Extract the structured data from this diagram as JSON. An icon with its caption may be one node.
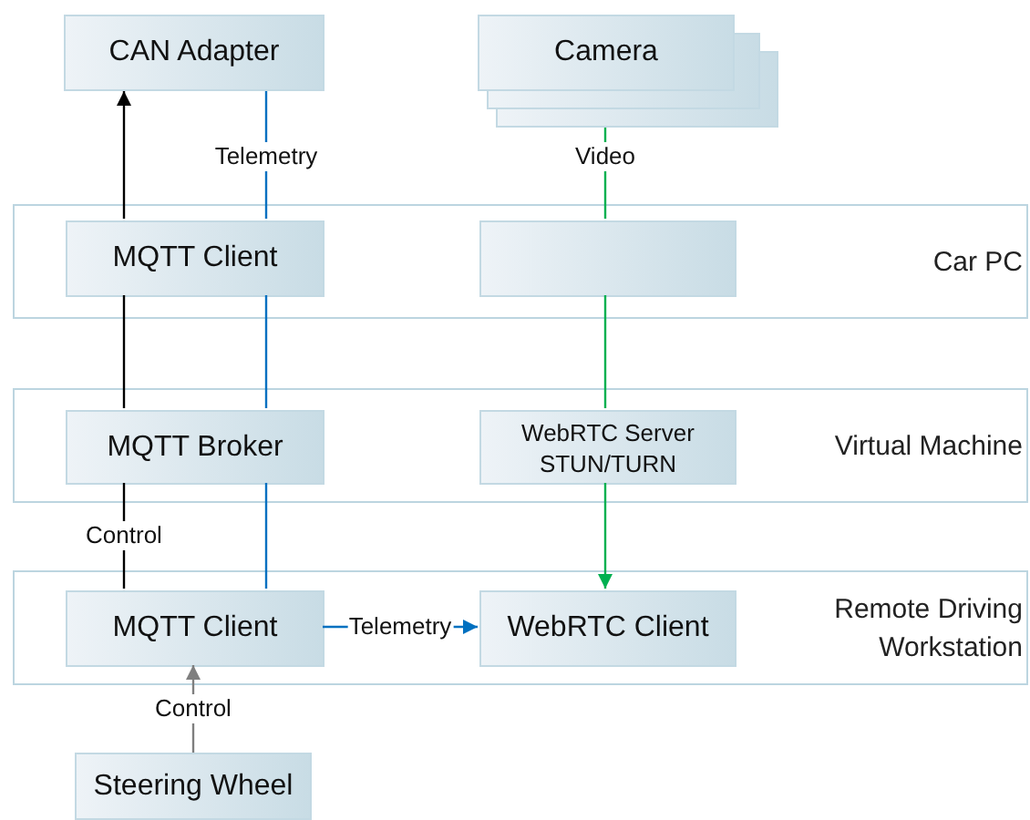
{
  "diagram": {
    "nodes": [
      {
        "text": [
          "CAN Adapter"
        ]
      },
      {
        "text": [
          "Camera"
        ]
      },
      {
        "text": [
          "Car PC"
        ]
      },
      {
        "text": [
          "MQTT Client"
        ],
        "in": 2
      },
      {
        "text": [],
        "shape": "box",
        "in": 2
      },
      {
        "text": [
          "Virtual Machine"
        ]
      },
      {
        "text": [
          "MQTT Broker"
        ],
        "in": 5
      },
      {
        "text": [
          "WebRTC Server STUN/TURN"
        ],
        "in": 5
      },
      {
        "text": [
          "Remote Driving Workstation"
        ]
      },
      {
        "text": [
          "MQTT Client"
        ],
        "in": 8
      },
      {
        "text": [
          "WebRTC Client"
        ],
        "in": 8
      },
      {
        "text": [
          "Steering Wheel"
        ]
      }
    ],
    "edges": [
      {
        "from": 3,
        "to": 0,
        "arrow": "to",
        "color": "#000000"
      },
      {
        "from": 6,
        "to": 3,
        "arrow": "none",
        "color": "#000000"
      },
      {
        "from": 9,
        "to": 6,
        "arrow": "none",
        "label": "Control",
        "color": "#000000"
      },
      {
        "from": 11,
        "to": 9,
        "arrow": "to",
        "label": "Control",
        "color": "#7f7f7f"
      },
      {
        "from": 0,
        "to": 3,
        "arrow": "none",
        "label": "Telemetry",
        "color": "#0070c0"
      },
      {
        "from": 3,
        "to": 6,
        "arrow": "none",
        "color": "#0070c0"
      },
      {
        "from": 6,
        "to": 9,
        "arrow": "none",
        "color": "#0070c0"
      },
      {
        "from": 9,
        "to": 10,
        "arrow": "to",
        "label": "Telemetry",
        "color": "#0070c0"
      },
      {
        "from": 1,
        "to": 4,
        "arrow": "none",
        "label": "Video",
        "color": "#00b050"
      },
      {
        "from": 4,
        "to": 7,
        "arrow": "none",
        "color": "#00b050"
      },
      {
        "from": 7,
        "to": 10,
        "arrow": "to",
        "color": "#00b050"
      }
    ]
  }
}
